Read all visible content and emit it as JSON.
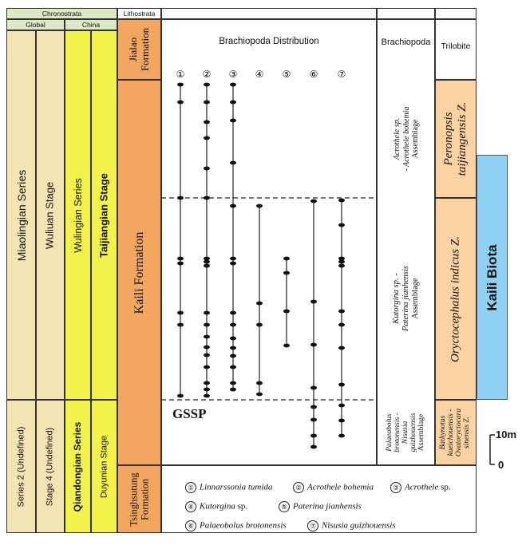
{
  "header": {
    "chronostrata": "Chronostrata",
    "global": "Global",
    "china": "China",
    "lithostrata": "Lithostrata",
    "brachiopoda": "Brachiopoda",
    "trilobite": "Trilobite"
  },
  "chrono": {
    "miaolingian": "Miaolingian  Series",
    "wuliuan": "Wuliuan  Stage",
    "wulingian": "Wulingian Series",
    "taijiangian": "Taijiangian  Stage",
    "series2": "Series 2 (Undefined)",
    "stage4": "Stage 4 (Undefined)",
    "qiandongian": "Qiandongian Series",
    "duyunian": "Duyunian Stage"
  },
  "litho": {
    "jialao": "Jialao Formation",
    "kaili": "Kaili  Formation",
    "tsinghsutung": "Tsinghsutung Formation"
  },
  "distribution_title": "Brachiopoda Distribution",
  "column_numbers": [
    "①",
    "②",
    "③",
    "④",
    "⑤",
    "⑥",
    "⑦"
  ],
  "brachiopoda_zones": {
    "upper": [
      "Acrothele sp.",
      "- Acrothele bohemia",
      "Assemblage"
    ],
    "middle": [
      "Kutorgina sp. -",
      "Paterina jianhensis",
      "Assemblage"
    ],
    "lower": [
      "Palaeobolus",
      "brotonensis -",
      "Nisusia",
      "guizhouensis",
      "Assemblage"
    ]
  },
  "trilobite_zones": {
    "upper": [
      "Peronopsis",
      "taijiangensis Z."
    ],
    "middle": "Oryctocephalus indicus Z.",
    "lower": [
      "Bathynotus",
      "kueichouensis -",
      "Ovatoryctocara",
      "sinensis Z."
    ]
  },
  "biota": "Kaili Biota",
  "gssp": "GSSP",
  "scale": {
    "top": "10m",
    "bottom": "0"
  },
  "legend": [
    {
      "num": "①",
      "genus": "Linnarssonia  tumida",
      "suffix": ""
    },
    {
      "num": "②",
      "genus": "Acrothele bohemia",
      "suffix": ""
    },
    {
      "num": "③",
      "genus": "Acrothele",
      "suffix": " sp."
    },
    {
      "num": "④",
      "genus": "Kutorgina",
      "suffix": " sp."
    },
    {
      "num": "⑤",
      "genus": "Paterina jianhensis",
      "suffix": ""
    },
    {
      "num": "⑥",
      "genus": "Palaeobolus brotonensis",
      "suffix": ""
    },
    {
      "num": "⑦",
      "genus": "Nisusia guizhouensis",
      "suffix": ""
    }
  ],
  "colors": {
    "yellow": "#f2f24a",
    "beige": "#f3e5b3",
    "green_header": "#dde8c4",
    "orange": "#f3a660",
    "peach": "#fbd3a3",
    "blue": "#8fd1f2"
  }
}
